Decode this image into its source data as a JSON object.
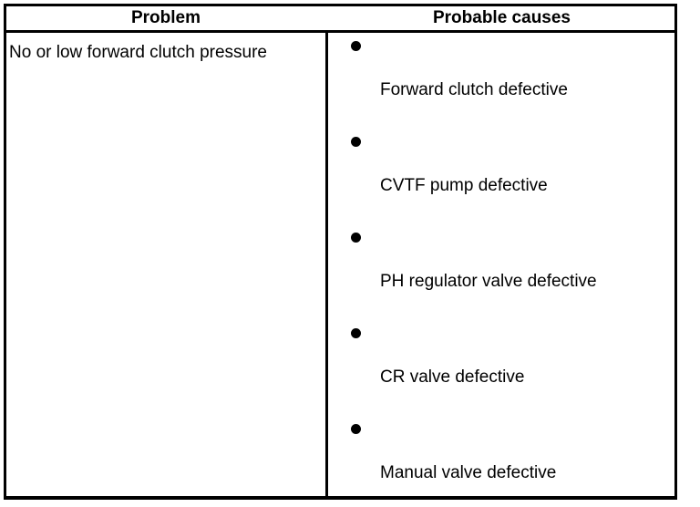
{
  "table": {
    "headers": {
      "problem": "Problem",
      "causes": "Probable causes"
    },
    "rows": [
      {
        "problem": "No or low forward clutch pressure",
        "causes": [
          "Forward clutch defective",
          "CVTF pump defective",
          "PH regulator valve defective",
          "CR valve defective",
          "Manual valve defective"
        ]
      }
    ],
    "bullet_glyph": "filled-circle",
    "border_color": "#000000",
    "background_color": "#ffffff",
    "text_color": "#000000"
  }
}
